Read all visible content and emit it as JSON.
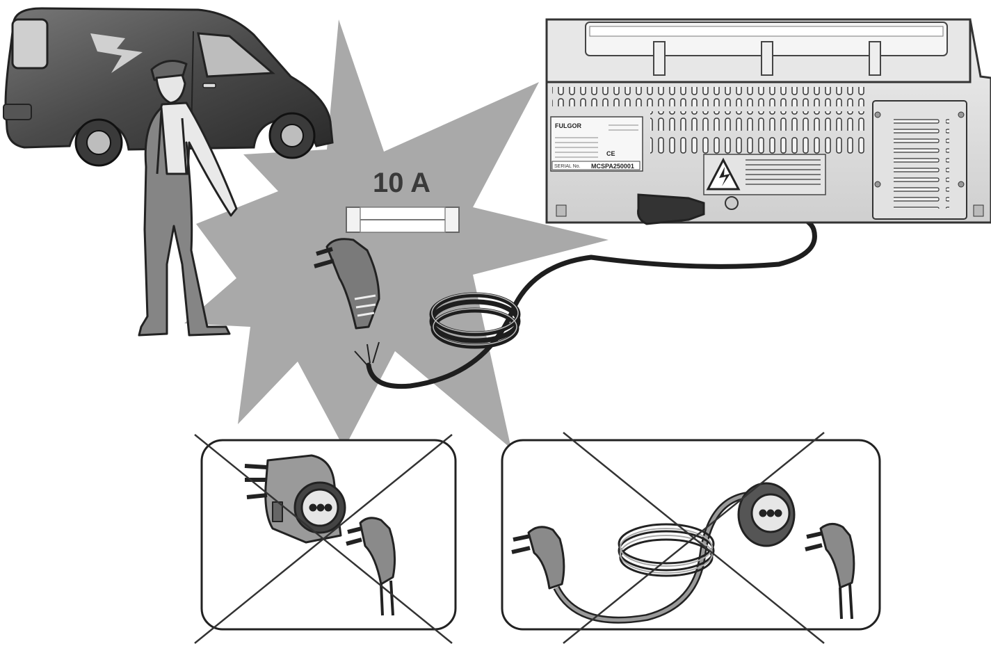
{
  "fuse": {
    "rating": "10 A"
  },
  "appliance_label": {
    "brand": "FULGOR",
    "serial_prefix": "SERIAL No.",
    "serial_value": "MCSPA250001",
    "ce_mark": "CE"
  },
  "colors": {
    "starburst": "#a9a9a9",
    "dark_fill": "#5e5e5e",
    "outline": "#2b2b2b",
    "appliance_body": "#d8d8d8",
    "cord": "#1e1e1e"
  },
  "icons": [
    "van-icon",
    "technician-icon",
    "fuse-icon",
    "plug-icon",
    "bare-wires-icon",
    "appliance-icon",
    "warning-triangle-icon",
    "multi-plug-adapter-icon",
    "extension-cord-icon",
    "cross-out-icon"
  ]
}
